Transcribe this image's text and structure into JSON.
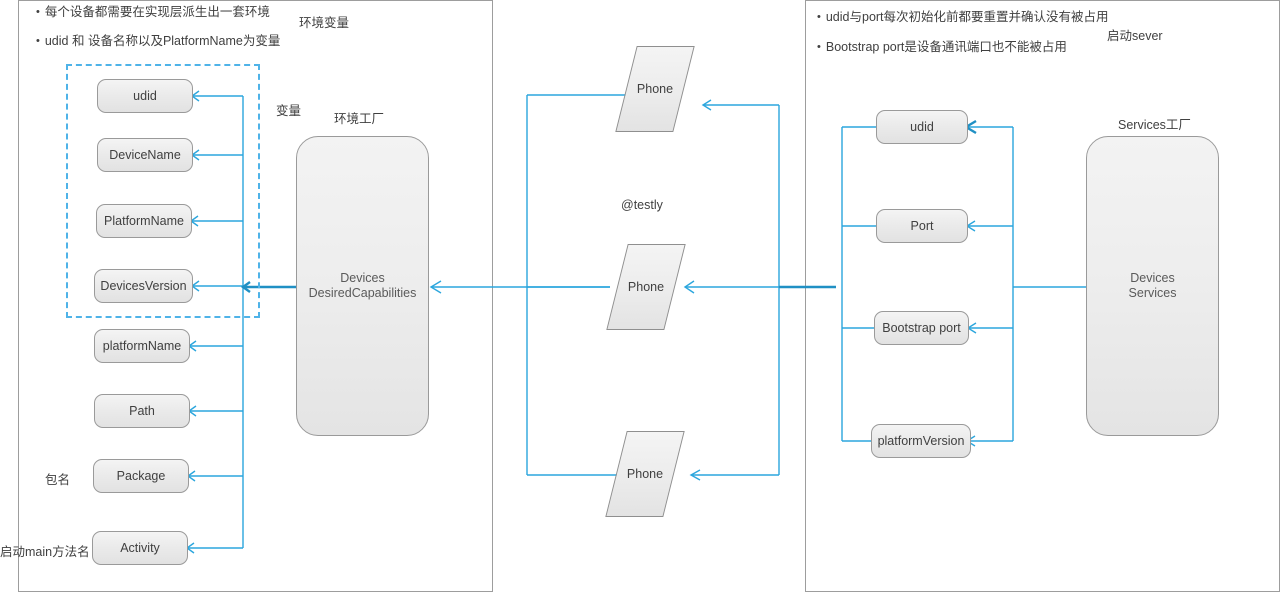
{
  "left_panel": {
    "notes": [
      "每个设备都需要在实现层派生出一套环境",
      "udid 和 设备名称以及PlatformName为变量"
    ],
    "captions": {
      "env_var": "环境变量",
      "variable": "变量",
      "env_factory": "环境工厂",
      "package_label": "包名",
      "activity_label": "启动main方法名"
    },
    "nodes": [
      {
        "label": "udid"
      },
      {
        "label": "DeviceName"
      },
      {
        "label": "PlatformName"
      },
      {
        "label": "DevicesVersion"
      },
      {
        "label": "platformName"
      },
      {
        "label": "Path"
      },
      {
        "label": "Package"
      },
      {
        "label": "Activity"
      }
    ],
    "factory": "Devices\nDesiredCapabilities"
  },
  "middle": {
    "label": "@testly",
    "phones": [
      {
        "label": "Phone"
      },
      {
        "label": "Phone"
      },
      {
        "label": "Phone"
      }
    ]
  },
  "right_panel": {
    "notes": [
      "udid与port每次初始化前都要重置并确认没有被占用",
      "Bootstrap port是设备通讯端口也不能被占用"
    ],
    "captions": {
      "start_server": "启动sever",
      "services_factory": "Services工厂"
    },
    "nodes": [
      {
        "label": "udid"
      },
      {
        "label": "Port"
      },
      {
        "label": "Bootstrap port"
      },
      {
        "label": "platformVersion"
      }
    ],
    "factory": "Devices\nServices"
  },
  "colors": {
    "wire": "#2ba6dd",
    "wire_strong": "#2090c4",
    "dashed_group": "#4fb3e8",
    "panel_border": "#9d9d9d",
    "node_border": "#9a9a9a",
    "text": "#404040"
  }
}
